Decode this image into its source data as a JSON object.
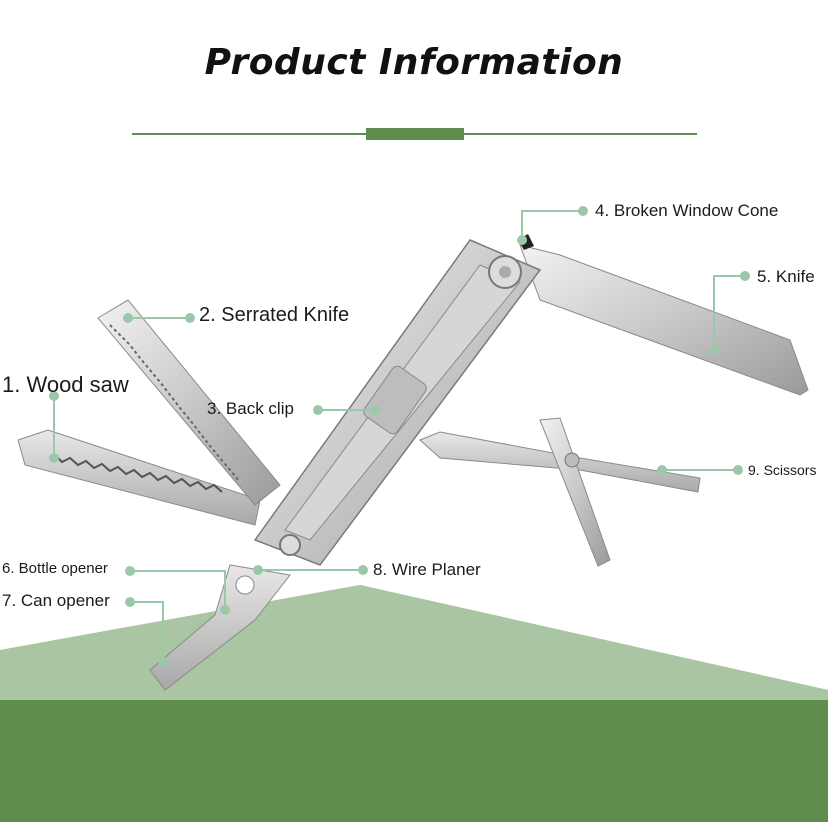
{
  "title": "Product Information",
  "colors": {
    "accent": "#5e8d4c",
    "leader": "#9cc7a8",
    "table_light": "#a9c5a2",
    "table_dark": "#5e8d4c"
  },
  "labels": {
    "wood_saw": "1. Wood saw",
    "serrated_knife": "2. Serrated Knife",
    "back_clip": "3. Back clip",
    "broken_window_cone": "4. Broken Window Cone",
    "knife": "5. Knife",
    "bottle_opener": "6. Bottle opener",
    "can_opener": "7. Can opener",
    "wire_planer": "8. Wire Planer",
    "scissors": "9. Scissors"
  }
}
